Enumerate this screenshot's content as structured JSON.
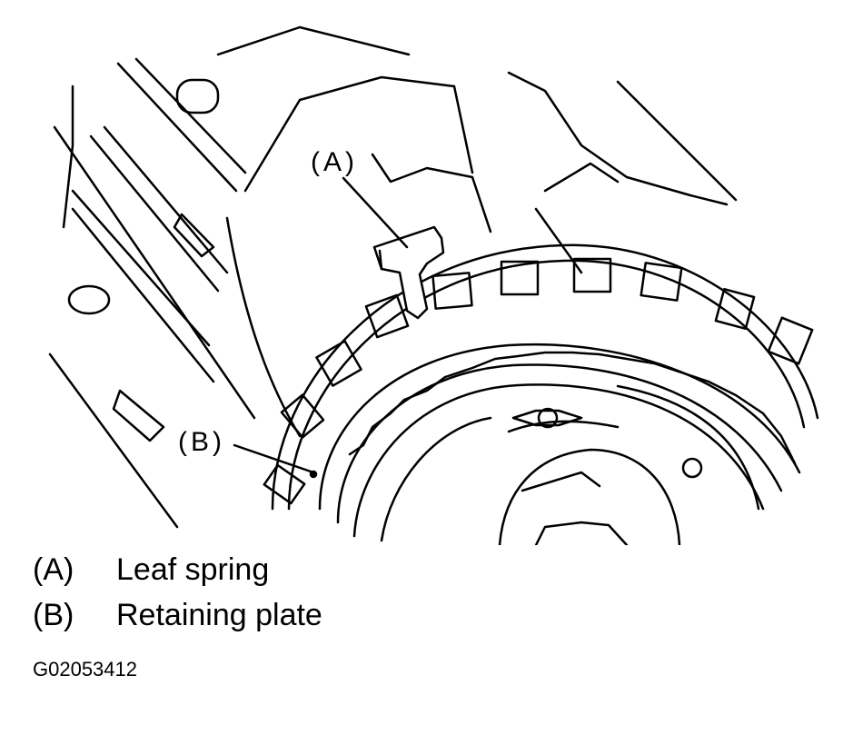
{
  "callouts": {
    "a": "(A)",
    "b": "(B)"
  },
  "legend": [
    {
      "key": "(A)",
      "label": "Leaf spring"
    },
    {
      "key": "(B)",
      "label": "Retaining plate"
    }
  ],
  "figure_id": "G02053412"
}
